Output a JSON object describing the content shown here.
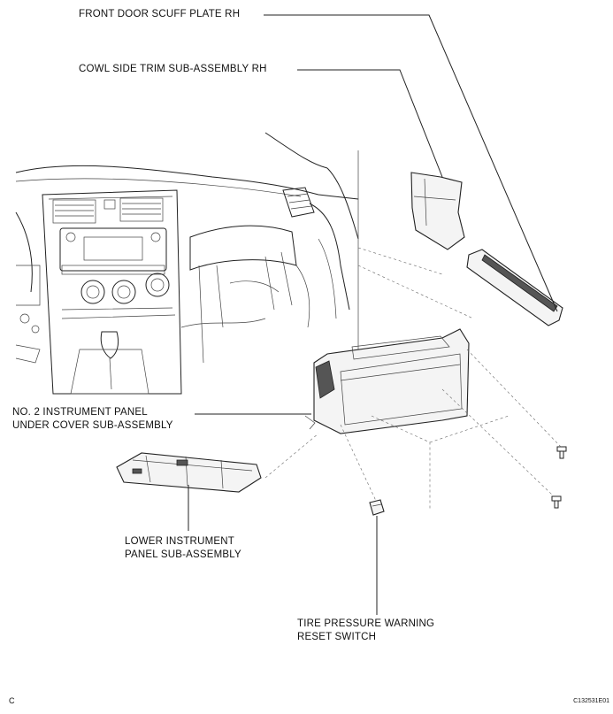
{
  "labels": {
    "front_door_scuff_plate": "FRONT DOOR SCUFF PLATE RH",
    "cowl_side_trim": "COWL SIDE TRIM SUB-ASSEMBLY RH",
    "no2_panel_line1": "NO. 2 INSTRUMENT PANEL",
    "no2_panel_line2": "UNDER COVER SUB-ASSEMBLY",
    "lower_panel_line1": "LOWER INSTRUMENT",
    "lower_panel_line2": "PANEL SUB-ASSEMBLY",
    "tire_switch_line1": "TIRE PRESSURE WARNING",
    "tire_switch_line2": "RESET SWITCH"
  },
  "corner": {
    "left": "C",
    "right": "C132531E01"
  }
}
